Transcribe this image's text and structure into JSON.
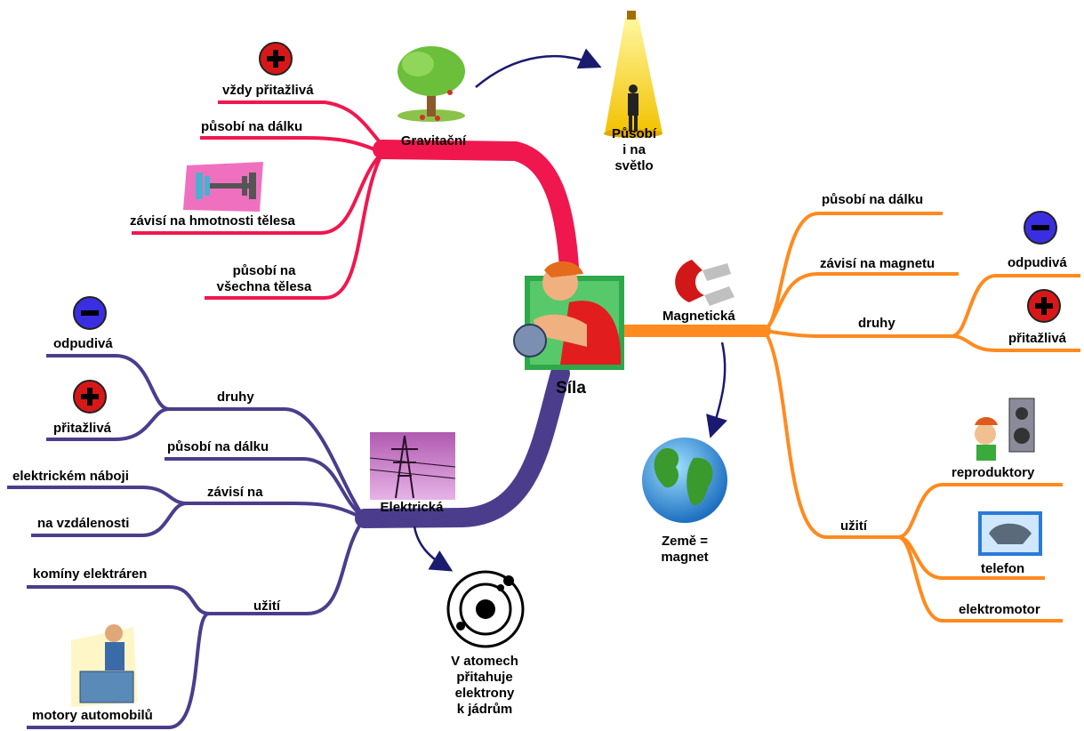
{
  "center": {
    "title": "Síla"
  },
  "gravity": {
    "title": "Gravitační",
    "items": [
      "vždy přitažlivá",
      "působí na dálku",
      "závisí na hmotnosti tělesa",
      "působí na\nvšechna tělesa"
    ],
    "light_note": "Působí\ni na\nsvětlo",
    "color": "#e8174a"
  },
  "magnetic": {
    "title": "Magnetická",
    "items": [
      "působí na dálku",
      "závisí na magnetu",
      "druhy",
      "užití"
    ],
    "kinds": [
      "odpudivá",
      "přitažlivá"
    ],
    "uses": [
      "reproduktory",
      "telefon",
      "elektromotor"
    ],
    "earth_note": "Země =\nmagnet",
    "color": "#ff8a1f"
  },
  "electric": {
    "title": "Elektrická",
    "items": [
      "druhy",
      "působí na dálku",
      "závisí na",
      "užití"
    ],
    "kinds": [
      "odpudivá",
      "přitažlivá"
    ],
    "depends": [
      "elektrickém náboji",
      "na vzdálenosti"
    ],
    "uses": [
      "komíny elektráren",
      "motory automobilů"
    ],
    "atom_note": "V atomech\npřitahuje\nelektrony\nk jádrům",
    "color": "#4b3d8c"
  }
}
